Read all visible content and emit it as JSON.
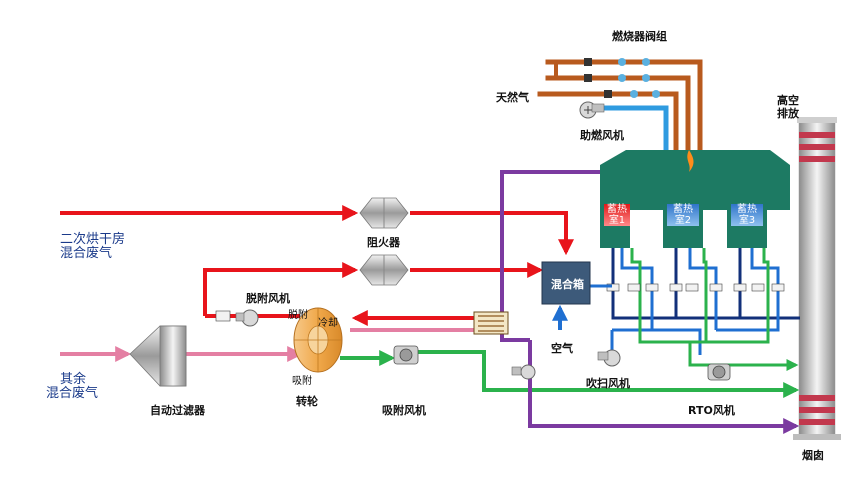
{
  "labels": {
    "burner_valve_group": "燃烧器阀组",
    "natural_gas": "天然气",
    "combustion_fan": "助燃风机",
    "high_altitude": "高空",
    "discharge": "排放",
    "dryer_waste_gas_line1": "二次烘干房",
    "dryer_waste_gas_line2": "混合废气",
    "flame_arrester": "阻火器",
    "mixing_box": "混合箱",
    "desorption_fan": "脱附风机",
    "desorption": "脱附",
    "cooling": "冷却",
    "adsorption": "吸附",
    "rotor": "转轮",
    "air": "空气",
    "purge_fan": "吹扫风机",
    "other_waste_gas_line1": "其余",
    "other_waste_gas_line2": "混合废气",
    "auto_filter": "自动过滤器",
    "adsorption_fan": "吸附风机",
    "rto_fan": "RTO风机",
    "chimney": "烟囱",
    "chamber1": "蓄热室1",
    "chamber2": "蓄热室2",
    "chamber3": "蓄热室3"
  },
  "colors": {
    "red_line": "#e8141b",
    "pink_line": "#e47fa3",
    "green_line": "#2bb24c",
    "purple_line": "#7b3aa0",
    "blue_line": "#1f6fd1",
    "navy_line": "#12307a",
    "brown_pipe": "#b85a1e",
    "rto_body": "#1d7a63",
    "chimney_red": "#c2384d"
  }
}
